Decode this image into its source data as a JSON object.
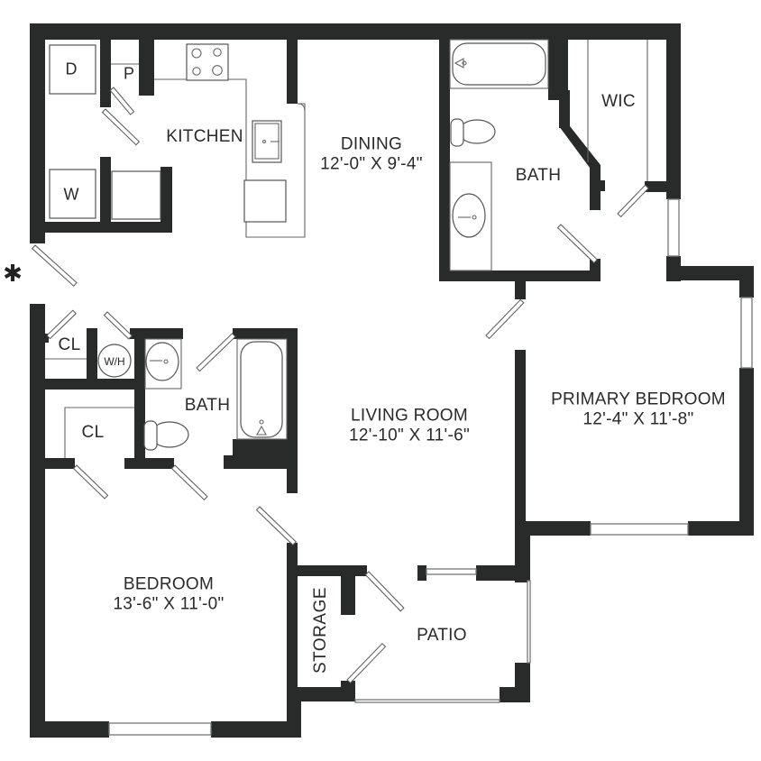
{
  "floorplan": {
    "entry_marker": "✱",
    "rooms": {
      "kitchen": {
        "name": "KITCHEN"
      },
      "dining": {
        "name": "DINING",
        "dims": "12'-0\" X 9'-4\""
      },
      "primary_bath": {
        "name": "BATH"
      },
      "wic": {
        "name": "WIC"
      },
      "primary_bedroom": {
        "name": "PRIMARY BEDROOM",
        "dims": "12'-4\" X 11'-8\""
      },
      "living_room": {
        "name": "LIVING ROOM",
        "dims": "12'-10\" X 11'-6\""
      },
      "bath": {
        "name": "BATH"
      },
      "closet_hall": {
        "name": "CL"
      },
      "closet_bedroom": {
        "name": "CL"
      },
      "bedroom": {
        "name": "BEDROOM",
        "dims": "13'-6\" X 11'-0\""
      },
      "storage": {
        "name": "STORAGE"
      },
      "patio": {
        "name": "PATIO"
      }
    },
    "appliances": {
      "dryer": "D",
      "washer": "W",
      "pantry": "P",
      "water_heater": "W/H"
    },
    "colors": {
      "wall": "#282b2a",
      "background": "#ffffff",
      "text": "#2a2a2a"
    }
  }
}
